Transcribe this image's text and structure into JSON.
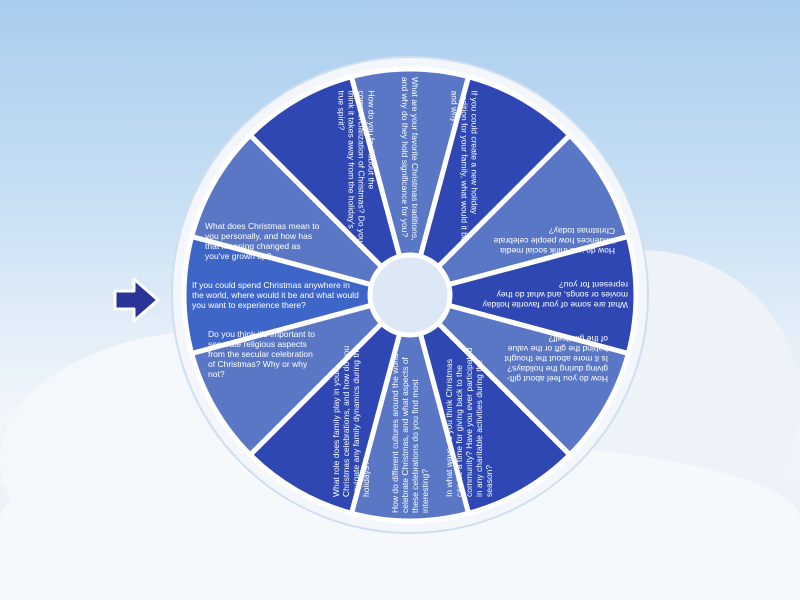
{
  "wheel": {
    "colors": {
      "dark": "#2e47b2",
      "light": "#5a77c5",
      "selected": "#3e66c8",
      "rim": "#f3f7fc",
      "hub": "#dce8f6"
    },
    "pointer_icon": "arrow-right-icon",
    "segments": [
      {
        "text": "If you could spend Christmas anywhere in the world, where would it be and what would you want to experience there?",
        "tone": "selected"
      },
      {
        "text": "What does Christmas mean to you personally, and how has that meaning changed as you've grown up?",
        "tone": "light"
      },
      {
        "text": "How do you feel about the commercialization of Christmas? Do you think it takes away from the holiday's true spirit?",
        "tone": "dark"
      },
      {
        "text": "What are your favorite Christmas traditions, and why do they hold significance for you?",
        "tone": "light"
      },
      {
        "text": "If you could create a new holiday tradition for your family, what would it be and why?",
        "tone": "dark"
      },
      {
        "text": "How do you think social media influences how people celebrate Christmas today?",
        "tone": "light"
      },
      {
        "text": "What are some of your favorite holiday movies or songs, and what do they represent for you?",
        "tone": "dark"
      },
      {
        "text": "How do you feel about gift-giving during the holidays? Is it more about the thought behind the gift or the value of the gift itself?",
        "tone": "light"
      },
      {
        "text": "In what ways do you think Christmas can be a time for giving back to the community? Have you ever participated in any charitable activities during the season?",
        "tone": "dark"
      },
      {
        "text": "How do different cultures around the world celebrate Christmas, and what aspects of these celebrations do you find most interesting?",
        "tone": "light"
      },
      {
        "text": "What role does family play in your Christmas celebrations, and how do you navigate any family dynamics during the holidays?",
        "tone": "dark"
      },
      {
        "text": "Do you think it's important to separate religious aspects from the secular celebration of Christmas? Why or why not?",
        "tone": "light"
      }
    ]
  }
}
